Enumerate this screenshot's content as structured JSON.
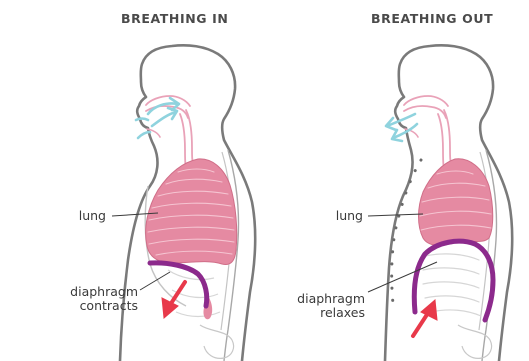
{
  "panels": [
    {
      "title": "BREATHING IN",
      "lung_label": "lung",
      "diaphragm_label_line1": "diaphragm",
      "diaphragm_label_line2": "contracts"
    },
    {
      "title": "BREATHING OUT",
      "lung_label": "lung",
      "diaphragm_label_line1": "diaphragm",
      "diaphragm_label_line2": "relaxes"
    }
  ],
  "colors": {
    "outline": "#7a7a7a",
    "lung": "#e58aa2",
    "airway": "#e9a2b8",
    "air_flow": "#8fd3de",
    "diaphragm": "#8c2a8c",
    "arrow": "#e8394a"
  }
}
